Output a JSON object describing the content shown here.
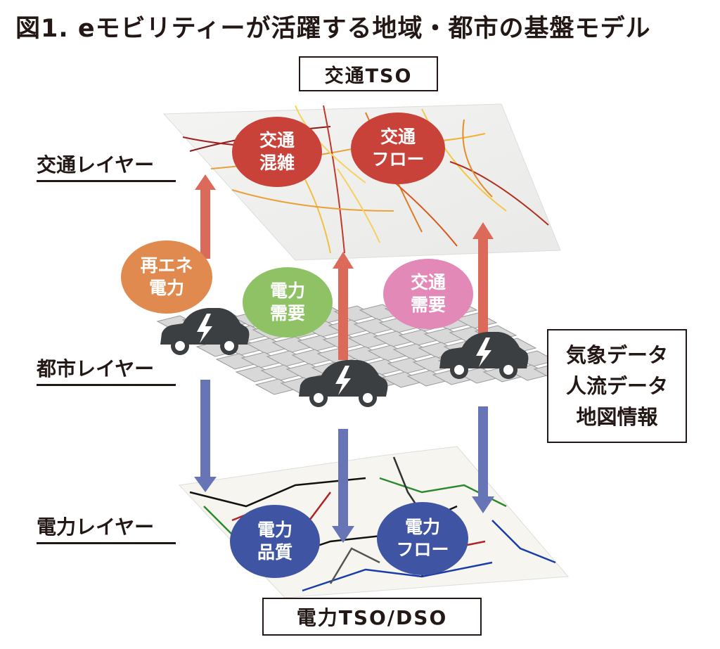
{
  "title": "図1. eモビリティーが活躍する地域・都市の基盤モデル",
  "top_box": "交通TSO",
  "bottom_box": "電力TSO/DSO",
  "side_box": [
    "気象データ",
    "人流データ",
    "地図情報"
  ],
  "layers": {
    "traffic": "交通レイヤー",
    "city": "都市レイヤー",
    "power": "電力レイヤー"
  },
  "circles": {
    "traffic_congestion": [
      "交通",
      "混雑"
    ],
    "traffic_flow": [
      "交通",
      "フロー"
    ],
    "renewable_power": [
      "再エネ",
      "電力"
    ],
    "power_demand": [
      "電力",
      "需要"
    ],
    "traffic_demand": [
      "交通",
      "需要"
    ],
    "power_quality": [
      "電力",
      "品質"
    ],
    "power_flow": [
      "電力",
      "フロー"
    ]
  },
  "colors": {
    "red_circle": "#c8423a",
    "orange_circle": "#e08a4f",
    "green_circle": "#8fc264",
    "pink_circle": "#e389b8",
    "blue_circle": "#3f55a3",
    "up_arrow": "#dc6a5a",
    "down_arrow": "#6774b6",
    "grid_tile": "#d8d8d8",
    "car": "#3c3f42"
  }
}
